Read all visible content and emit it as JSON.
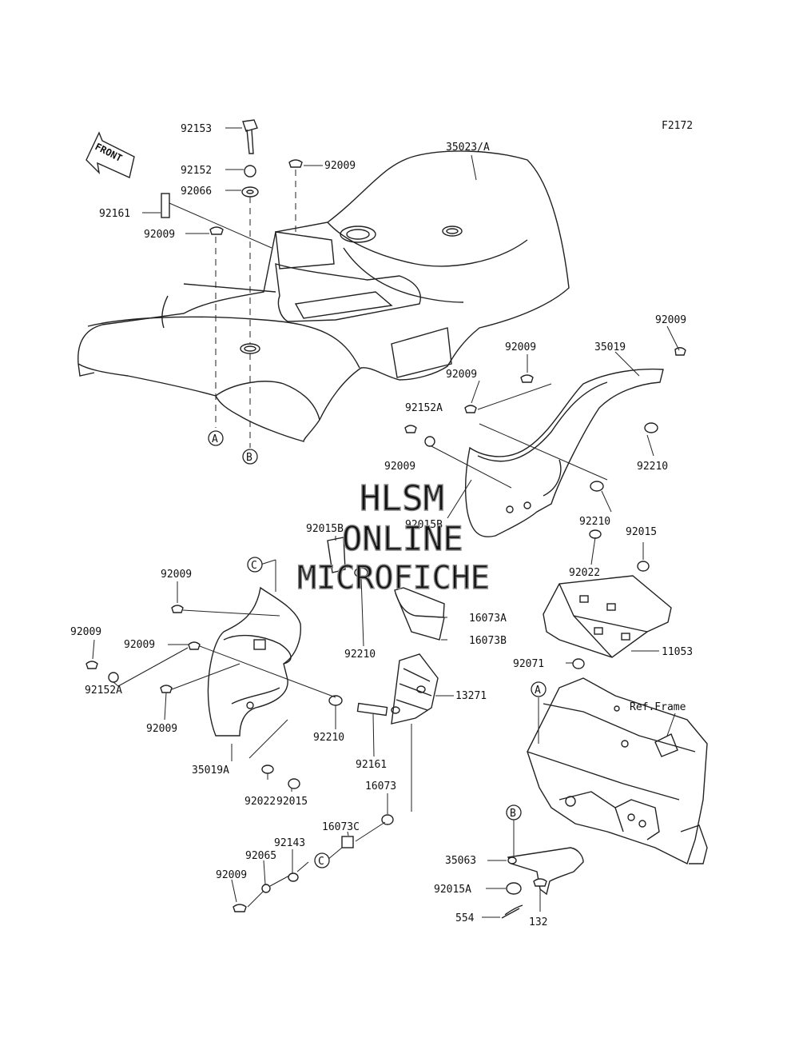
{
  "figure_id": "F2172",
  "front_label": "FRONT",
  "ref_frame": "Ref.Frame",
  "watermark": [
    "HLSM",
    "ONLINE",
    "MICROFICHE"
  ],
  "callout_letters": {
    "a": "A",
    "b": "B",
    "c": "C"
  },
  "parts": {
    "p92153": "92153",
    "p92152": "92152",
    "p92066": "92066",
    "p92161_top": "92161",
    "p92009_top_left": "92009",
    "p92009_top": "92009",
    "p35023A": "35023/A",
    "p92009_right_top": "92009",
    "p35019": "35019",
    "p92009_right_mid": "92009",
    "p92009_right_2": "92009",
    "p92152A_right": "92152A",
    "p92009_right_3": "92009",
    "p92210_right_1": "92210",
    "p92210_right_2": "92210",
    "p92015B_right": "92015B",
    "p92015_right": "92015",
    "p92022_right": "92022",
    "p92015B_left": "92015B",
    "p92009_left_1": "92009",
    "p92009_left_2": "92009",
    "p92009_left_3": "92009",
    "p92152A_left": "92152A",
    "p92009_left_4": "92009",
    "p92210_left_1": "92210",
    "p92210_left_2": "92210",
    "p35019A": "35019A",
    "p16073A": "16073A",
    "p16073B": "16073B",
    "p13271": "13271",
    "p92161_bottom": "92161",
    "p11053": "11053",
    "p92071": "92071",
    "p92022_left": "92022",
    "p92015_left": "92015",
    "p16073": "16073",
    "p16073C": "16073C",
    "p92143": "92143",
    "p92065": "92065",
    "p92009_bottom": "92009",
    "p35063": "35063",
    "p92015A": "92015A",
    "p554": "554",
    "p132": "132"
  }
}
